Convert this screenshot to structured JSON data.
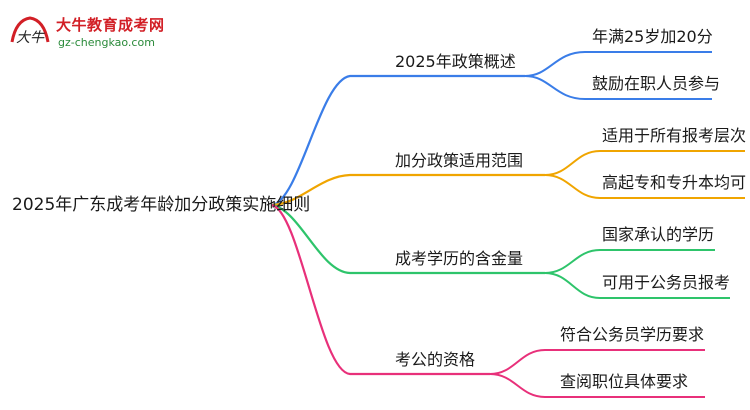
{
  "logo": {
    "title": "大牛教育成考网",
    "url": "gz-chengkao.com",
    "seal_text": "大牛"
  },
  "root": {
    "label": "2025年广东成考年龄加分政策实施细则"
  },
  "branches": [
    {
      "label": "2025年政策概述",
      "color": "#3a7de8",
      "children": [
        "年满25岁加20分",
        "鼓励在职人员参与"
      ]
    },
    {
      "label": "加分政策适用范围",
      "color": "#f0a500",
      "children": [
        "适用于所有报考层次",
        "高起专和专升本均可"
      ]
    },
    {
      "label": "成考学历的含金量",
      "color": "#2ec46b",
      "children": [
        "国家承认的学历",
        "可用于公务员报考"
      ]
    },
    {
      "label": "考公的资格",
      "color": "#e8307a",
      "children": [
        "符合公务员学历要求",
        "查阅职位具体要求"
      ]
    }
  ]
}
